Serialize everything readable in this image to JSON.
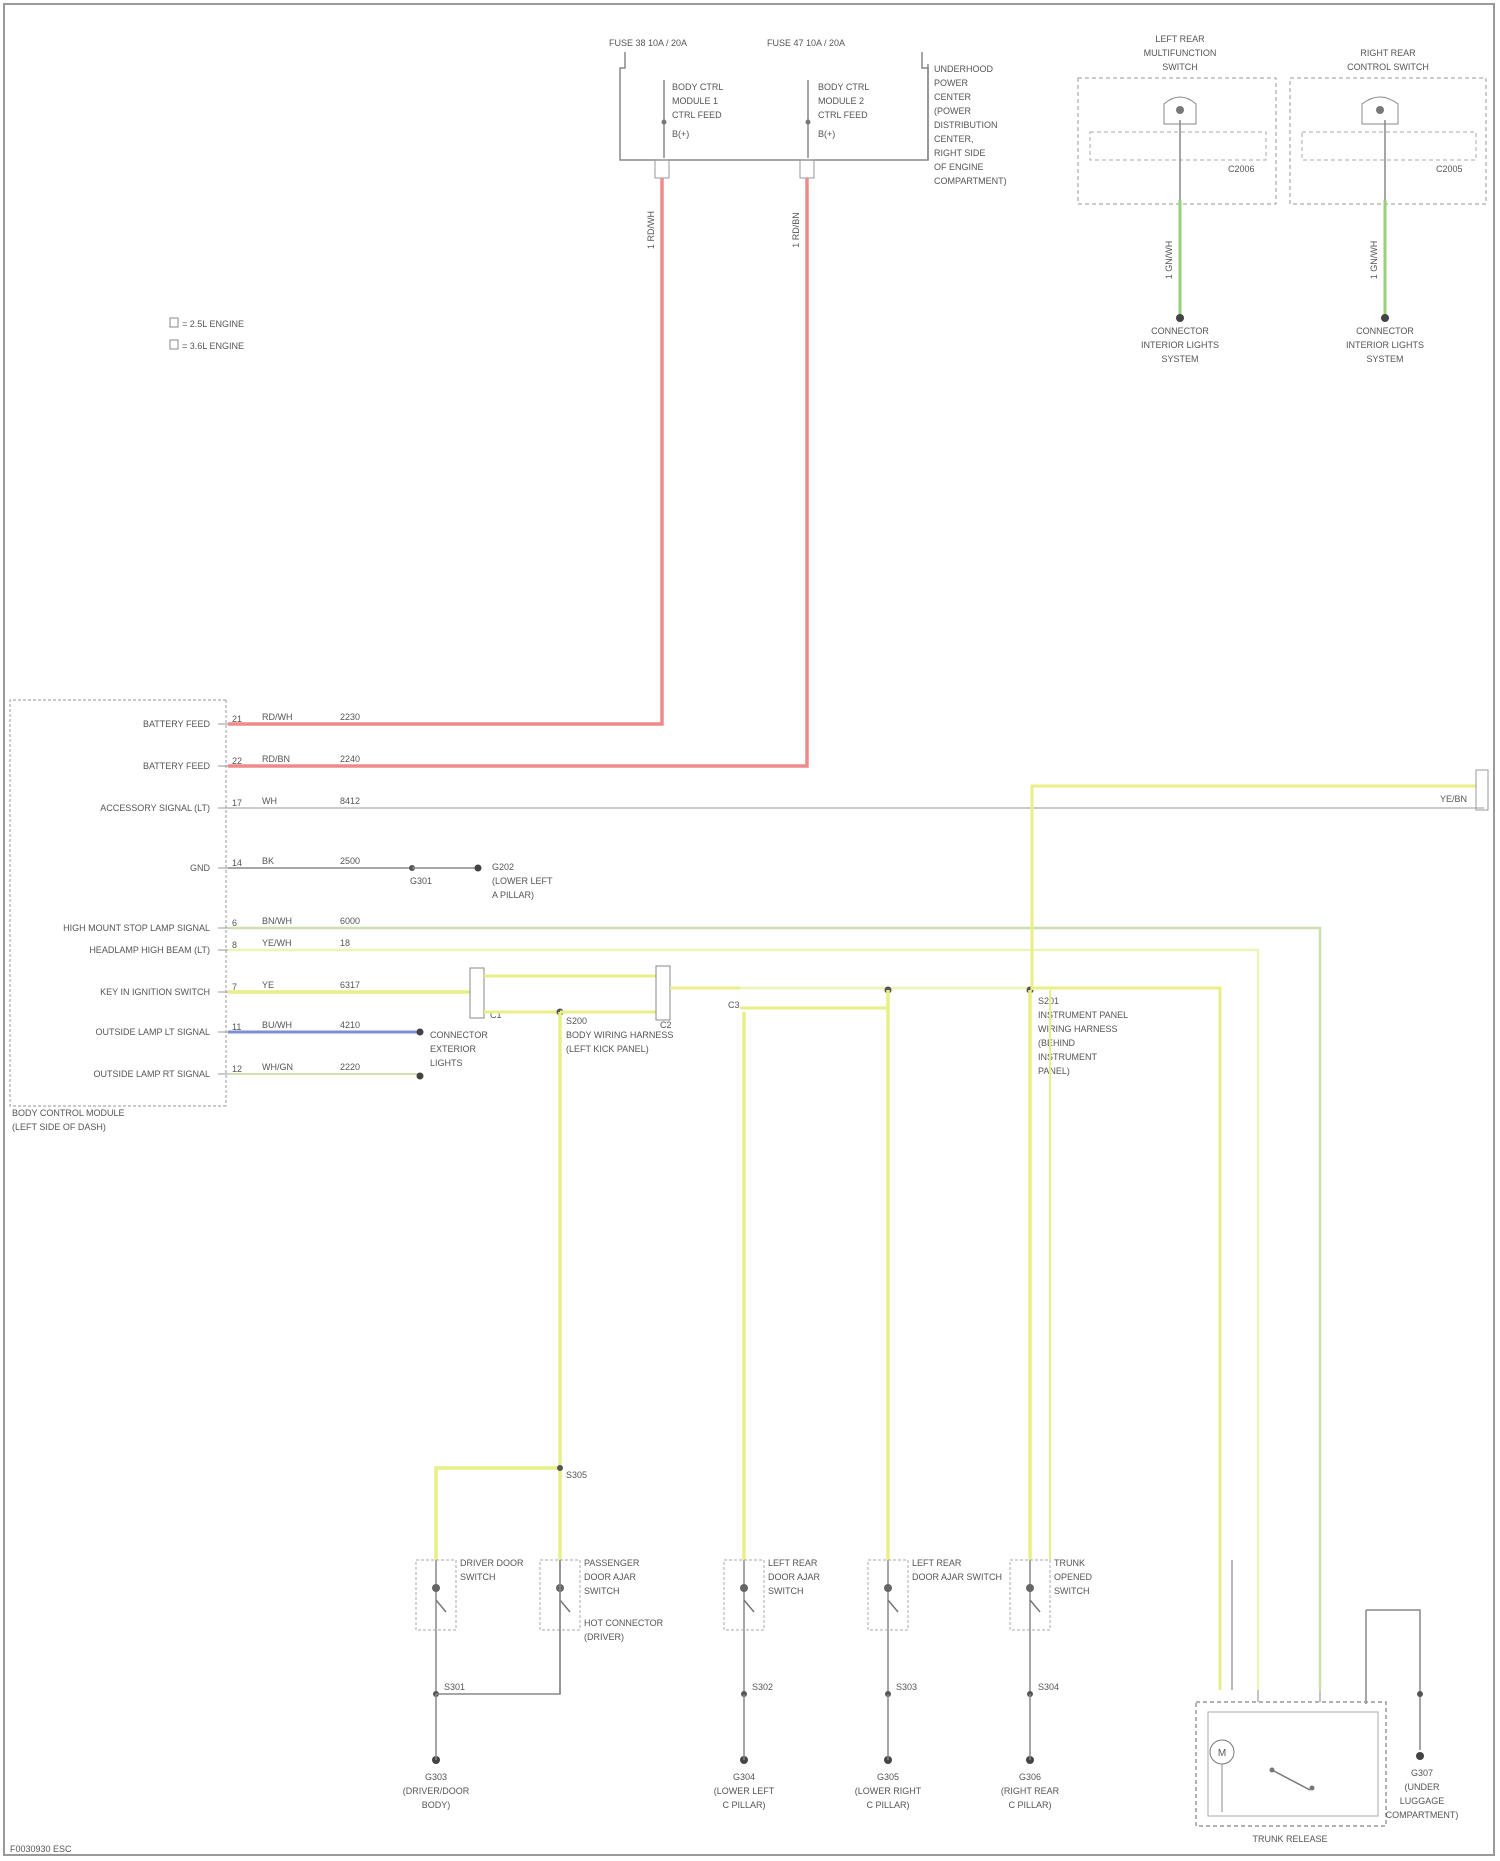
{
  "diagram": {
    "figure_id": "F0030930 ESC",
    "legend": [
      "= 2.5L ENGINE",
      "= 3.6L ENGINE"
    ],
    "fuse_block": {
      "fuse_a": "FUSE 38 10A / 20A",
      "fuse_b": "FUSE 47 10A / 20A",
      "fuse_a_text": [
        "BODY CTRL",
        "MODULE 1",
        "CTRL FEED",
        "B(+)"
      ],
      "fuse_b_text": [
        "BODY CTRL",
        "MODULE 2",
        "CTRL FEED",
        "B(+)"
      ],
      "label": [
        "UNDERHOOD",
        "POWER",
        "CENTER",
        "(POWER",
        "DISTRIBUTION",
        "CENTER,",
        "RIGHT SIDE",
        "OF ENGINE",
        "COMPARTMENT)"
      ],
      "wire_a": "1 RD/WH",
      "wire_b": "1 RD/BN"
    },
    "top_right": {
      "switch_a": [
        "LEFT REAR",
        "MULTIFUNCTION",
        "SWITCH"
      ],
      "switch_b": [
        "RIGHT REAR",
        "CONTROL SWITCH"
      ],
      "connector_a": "C2006",
      "connector_b": "C2005",
      "wire_a": "1 GN/WH",
      "wire_b": "1 GN/WH",
      "ref_a": [
        "CONNECTOR",
        "INTERIOR LIGHTS",
        "SYSTEM"
      ],
      "ref_b": [
        "CONNECTOR",
        "INTERIOR LIGHTS",
        "SYSTEM"
      ]
    },
    "bcm": {
      "name": [
        "BODY CONTROL MODULE",
        "(LEFT SIDE OF DASH)"
      ],
      "pins": [
        {
          "label": "BATTERY FEED",
          "pin": "21",
          "color": "RD/WH",
          "circuit": "2230"
        },
        {
          "label": "BATTERY FEED",
          "pin": "22",
          "color": "RD/BN",
          "circuit": "2240"
        },
        {
          "label": "ACCESSORY SIGNAL (LT)",
          "pin": "17",
          "color": "WH",
          "circuit": "8412"
        },
        {
          "label": "GND",
          "pin": "14",
          "color": "BK",
          "circuit": "2500"
        },
        {
          "label": "HIGH MOUNT STOP LAMP SIGNAL",
          "pin": "6",
          "color": "BN/WH",
          "circuit": "6000"
        },
        {
          "label": "HEADLAMP HIGH BEAM (LT)",
          "pin": "8",
          "color": "YE/WH",
          "circuit": "18"
        },
        {
          "label": "KEY IN IGNITION SWITCH",
          "pin": "7",
          "color": "YE",
          "circuit": "6317"
        },
        {
          "label": "OUTSIDE LAMP LT SIGNAL",
          "pin": "11",
          "color": "BU/WH",
          "circuit": "4210"
        },
        {
          "label": "OUTSIDE LAMP RT SIGNAL",
          "pin": "12",
          "color": "WH/GN",
          "circuit": "2220"
        }
      ]
    },
    "splices": {
      "ground_splice": "G301",
      "ground_ref": [
        "G202",
        "(LOWER LEFT",
        "A PILLAR)"
      ],
      "inline_c1": "C1",
      "inline_c2": "C2",
      "inline_c3": "C3",
      "s200": [
        "S200",
        "BODY WIRING HARNESS",
        "(LEFT KICK PANEL)"
      ],
      "s201": [
        "S201",
        "INSTRUMENT PANEL",
        "WIRING HARNESS",
        "(BEHIND",
        "INSTRUMENT",
        "PANEL)"
      ],
      "conn_ref_a": [
        "CONNECTOR",
        "EXTERIOR",
        "LIGHTS"
      ],
      "right_label": "YE/BN"
    },
    "bottom": {
      "switches": [
        {
          "name": [
            "DRIVER DOOR",
            "SWITCH"
          ],
          "ground": [
            "G303",
            "(DRIVER/DOOR",
            "BODY)"
          ]
        },
        {
          "name": [
            "PASSENGER",
            "DOOR AJAR",
            "SWITCH"
          ],
          "ground": [
            "HOT CONNECTOR",
            "(DRIVER)"
          ]
        },
        {
          "name": [
            "LEFT REAR",
            "DOOR AJAR",
            "SWITCH"
          ],
          "ground": [
            "G304",
            "(LOWER LEFT",
            "C PILLAR)"
          ]
        },
        {
          "name": [
            "LEFT REAR",
            "DOOR AJAR SWITCH"
          ],
          "ground": [
            "G305",
            "(LOWER RIGHT",
            "C PILLAR)"
          ]
        },
        {
          "name": [
            "TRUNK",
            "OPENED",
            "SWITCH"
          ],
          "ground": [
            "G306",
            "(RIGHT REAR",
            "C PILLAR)"
          ]
        }
      ],
      "splice_s301": "S301",
      "splice_s302": "S302",
      "splice_s303": "S303",
      "splice_s304": "S304",
      "splice_s305": "S305",
      "trunk_module": "TRUNK RELEASE",
      "trunk_ground": [
        "G307",
        "(UNDER",
        "LUGGAGE",
        "COMPARTMENT)"
      ]
    },
    "colors": {
      "red": "#ef8a8a",
      "yellow": "#e9ef86",
      "blue": "#7d8fcf",
      "green": "#96d17a",
      "ink": "#7a7a7a"
    }
  }
}
